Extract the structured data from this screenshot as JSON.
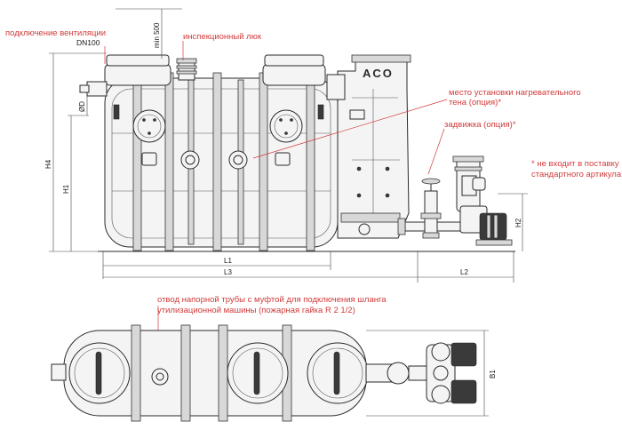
{
  "labels": {
    "vent_connection": "подключение вентиляции",
    "vent_dn": "DN100",
    "min_500": "min 500",
    "inspection_hatch": "инспекционный люк",
    "heater_place_1": "место установки нагревательного",
    "heater_place_2": "тена (опция)*",
    "gate_valve": "задвижка (опция)*",
    "not_included_1": "* не входит в поставку",
    "not_included_2": "стандартного артикула",
    "pressure_pipe_1": "отвод напорной трубы с муфтой для подключения шланга",
    "pressure_pipe_2": "утилизационной машины (пожарная гайка R 2 1/2)"
  },
  "logo": "ACO",
  "dimensions": {
    "h4": "H4",
    "h1": "H1",
    "h2": "H2",
    "od": "ØD",
    "l1": "L1",
    "l2": "L2",
    "l3": "L3",
    "b1": "B1"
  },
  "colors": {
    "annotation": "#d23a3a",
    "line": "#2a2a2a"
  }
}
